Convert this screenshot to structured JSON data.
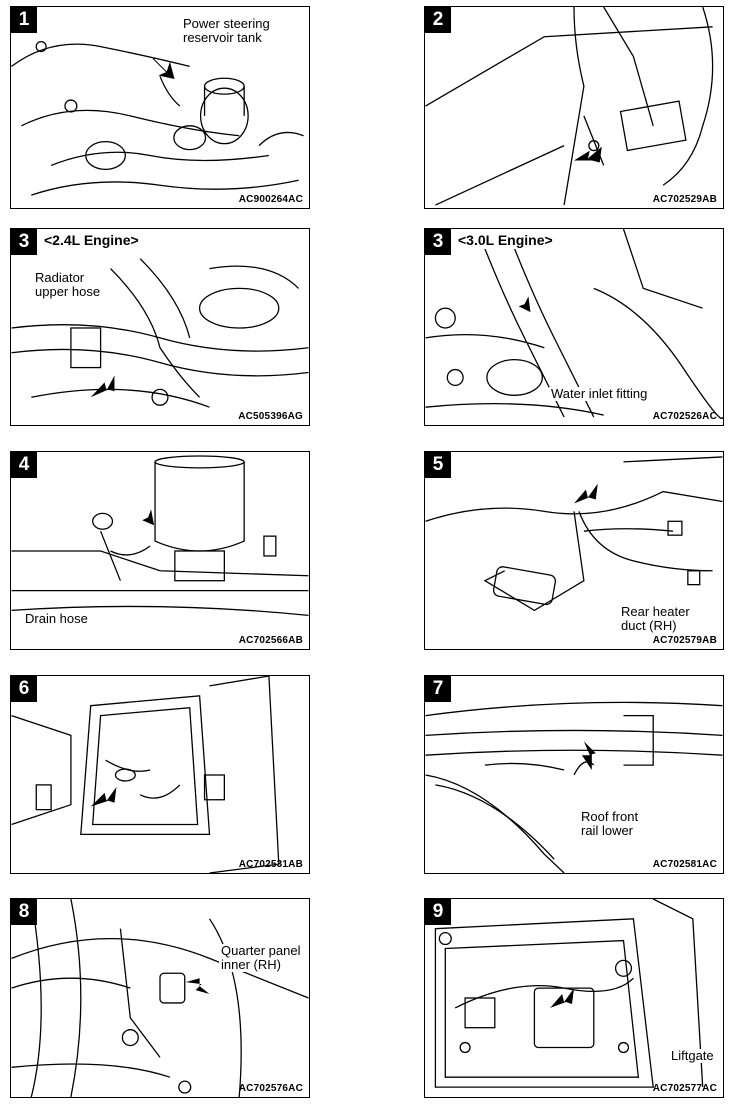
{
  "panels": [
    {
      "number": "1",
      "engine": "",
      "code": "AC900264AC",
      "labels": [
        "Power steering",
        "reservoir tank"
      ]
    },
    {
      "number": "2",
      "engine": "",
      "code": "AC702529AB",
      "labels": []
    },
    {
      "number": "3",
      "engine": "<2.4L Engine>",
      "code": "AC505396AG",
      "labels": [
        "Radiator",
        "upper hose"
      ]
    },
    {
      "number": "3",
      "engine": "<3.0L Engine>",
      "code": "AC702526AC",
      "labels": [
        "Water inlet fitting"
      ]
    },
    {
      "number": "4",
      "engine": "",
      "code": "AC702566AB",
      "labels": [
        "Drain hose"
      ]
    },
    {
      "number": "5",
      "engine": "",
      "code": "AC702579AB",
      "labels": [
        "Rear heater",
        "duct (RH)"
      ]
    },
    {
      "number": "6",
      "engine": "",
      "code": "AC702531AB",
      "labels": []
    },
    {
      "number": "7",
      "engine": "",
      "code": "AC702581AC",
      "labels": [
        "Roof front",
        "rail lower"
      ]
    },
    {
      "number": "8",
      "engine": "",
      "code": "AC702576AC",
      "labels": [
        "Quarter panel",
        "inner (RH)"
      ]
    },
    {
      "number": "9",
      "engine": "",
      "code": "AC702577AC",
      "labels": [
        "Liftgate"
      ]
    }
  ]
}
